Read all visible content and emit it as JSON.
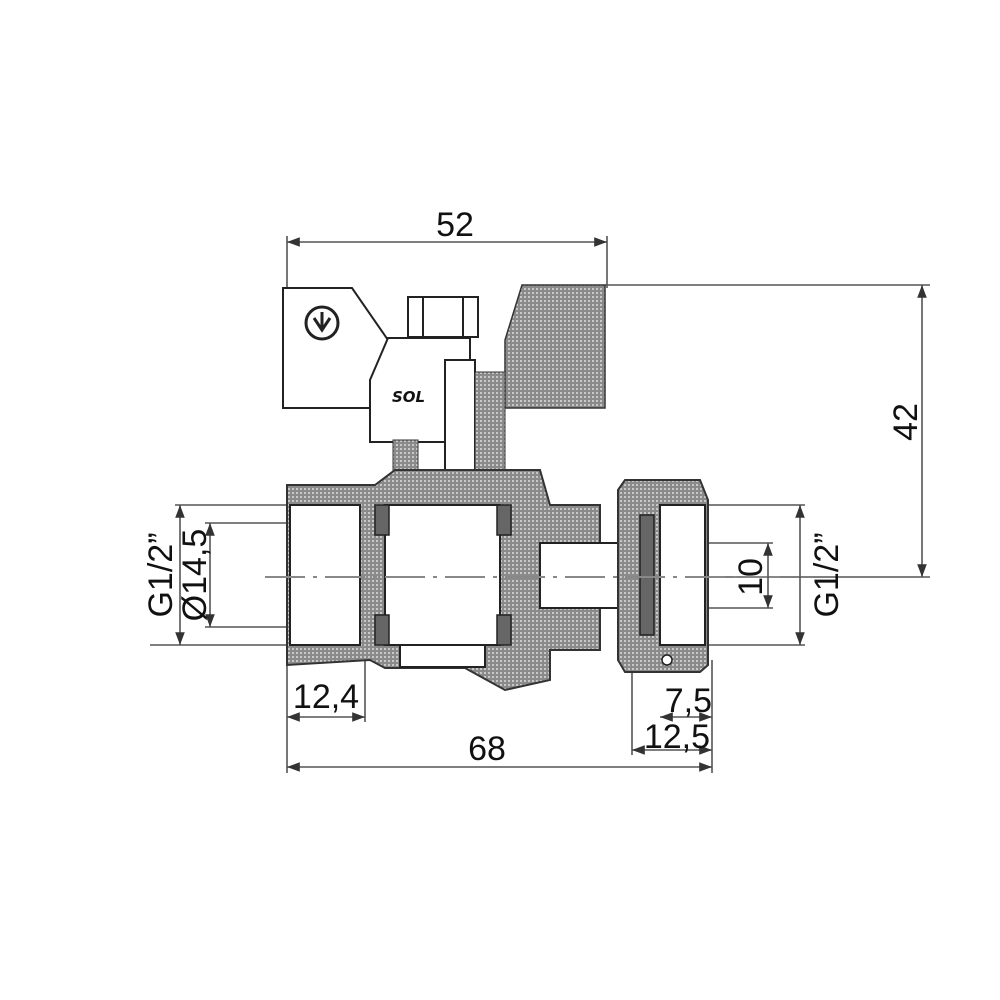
{
  "drawing": {
    "handle_text": "SOL",
    "dimensions": {
      "overall_width_handle": "52",
      "overall_height": "42",
      "left_thread": "G1/2”",
      "left_bore": "Ø14,5",
      "right_bore": "10",
      "right_thread": "G1/2”",
      "left_thread_length": "12,4",
      "overall_length": "68",
      "right_dim_small": "7,5",
      "right_dim_large": "12,5"
    }
  },
  "colors": {
    "body": "#9a9a9a",
    "line": "#555555"
  }
}
